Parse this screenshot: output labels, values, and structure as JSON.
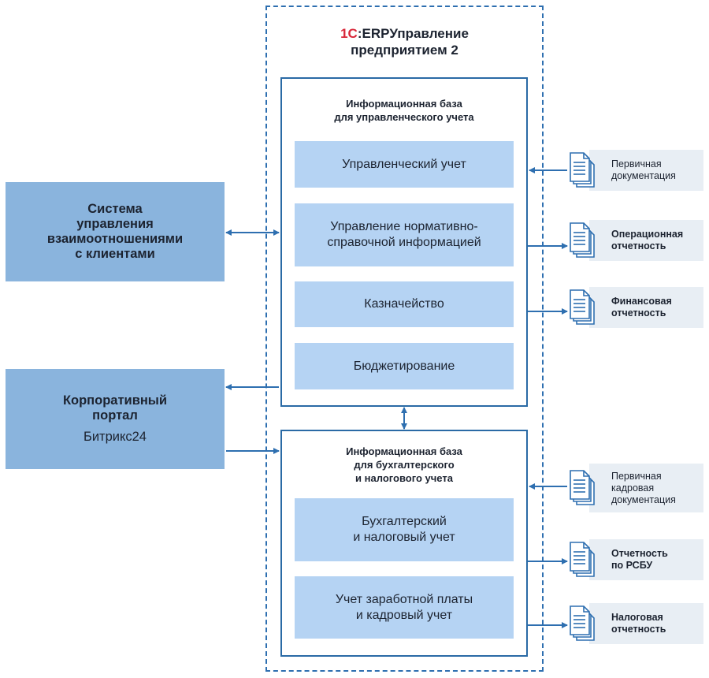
{
  "header": {
    "brand": "1С",
    "product_line1": ":ERPУправление",
    "product_line2": "предприятием 2"
  },
  "management_db": {
    "title": [
      "Информационная база",
      "для управленческого учета"
    ],
    "modules": [
      [
        "Управленческий учет"
      ],
      [
        "Управление нормативно-",
        "справочной информацией"
      ],
      [
        "Казначейство"
      ],
      [
        "Бюджетирование"
      ]
    ]
  },
  "accounting_db": {
    "title": [
      "Информационная база",
      "для бухгалтерского",
      "и налогового учета"
    ],
    "modules": [
      [
        "Бухгалтерский",
        "и налоговый учет"
      ],
      [
        "Учет заработной платы",
        "и кадровый учет"
      ]
    ]
  },
  "crm": {
    "title": [
      "Система",
      "управления",
      "взаимоотношениями",
      "с клиентами"
    ]
  },
  "portal": {
    "title": [
      "Корпоративный",
      "портал"
    ],
    "subtitle": "Битрикс24"
  },
  "documents": [
    {
      "lines": [
        "Первичная",
        "документация"
      ],
      "bold": false
    },
    {
      "lines": [
        "Операционная",
        "отчетность"
      ],
      "bold": true
    },
    {
      "lines": [
        "Финансовая",
        "отчетность"
      ],
      "bold": true
    },
    {
      "lines": [
        "Первичная",
        "кадровая",
        "документация"
      ],
      "bold": false
    },
    {
      "lines": [
        "Отчетность",
        "по РСБУ"
      ],
      "bold": true
    },
    {
      "lines": [
        "Налоговая",
        "отчетность"
      ],
      "bold": true
    }
  ],
  "colors": {
    "accent": "#2e6fb0",
    "brand": "#d8283a",
    "module_fill": "#b5d3f3",
    "system_fill": "#8ab4dd"
  }
}
